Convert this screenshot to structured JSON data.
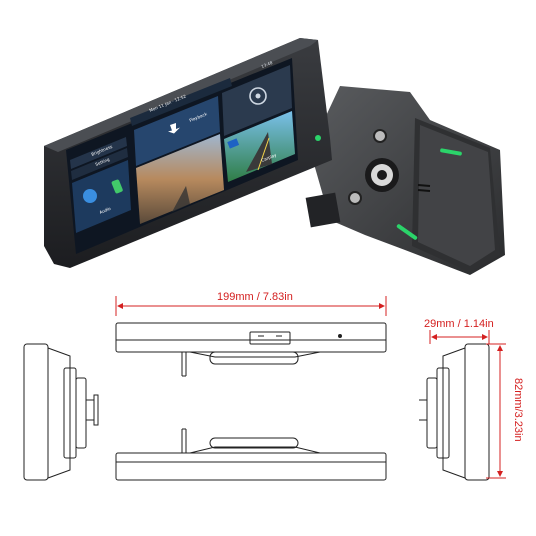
{
  "device_screen": {
    "status_time": "Mon 11 Jan · 12:52",
    "left_menu": [
      "Brightness",
      "Setting"
    ],
    "audio_label": "Audio",
    "playback_label": "Playback",
    "carplay_label": "Carplay",
    "status_right": "13:48"
  },
  "dimensions": {
    "width_label": "199mm / 7.83in",
    "depth_label": "29mm / 1.14in",
    "height_label": "82mm/3.23in"
  },
  "colors": {
    "dimension_line": "#d42020",
    "device_body": "#2a2c2f",
    "bracket": "#3c3e40",
    "accent_led": "#2bd46a"
  }
}
